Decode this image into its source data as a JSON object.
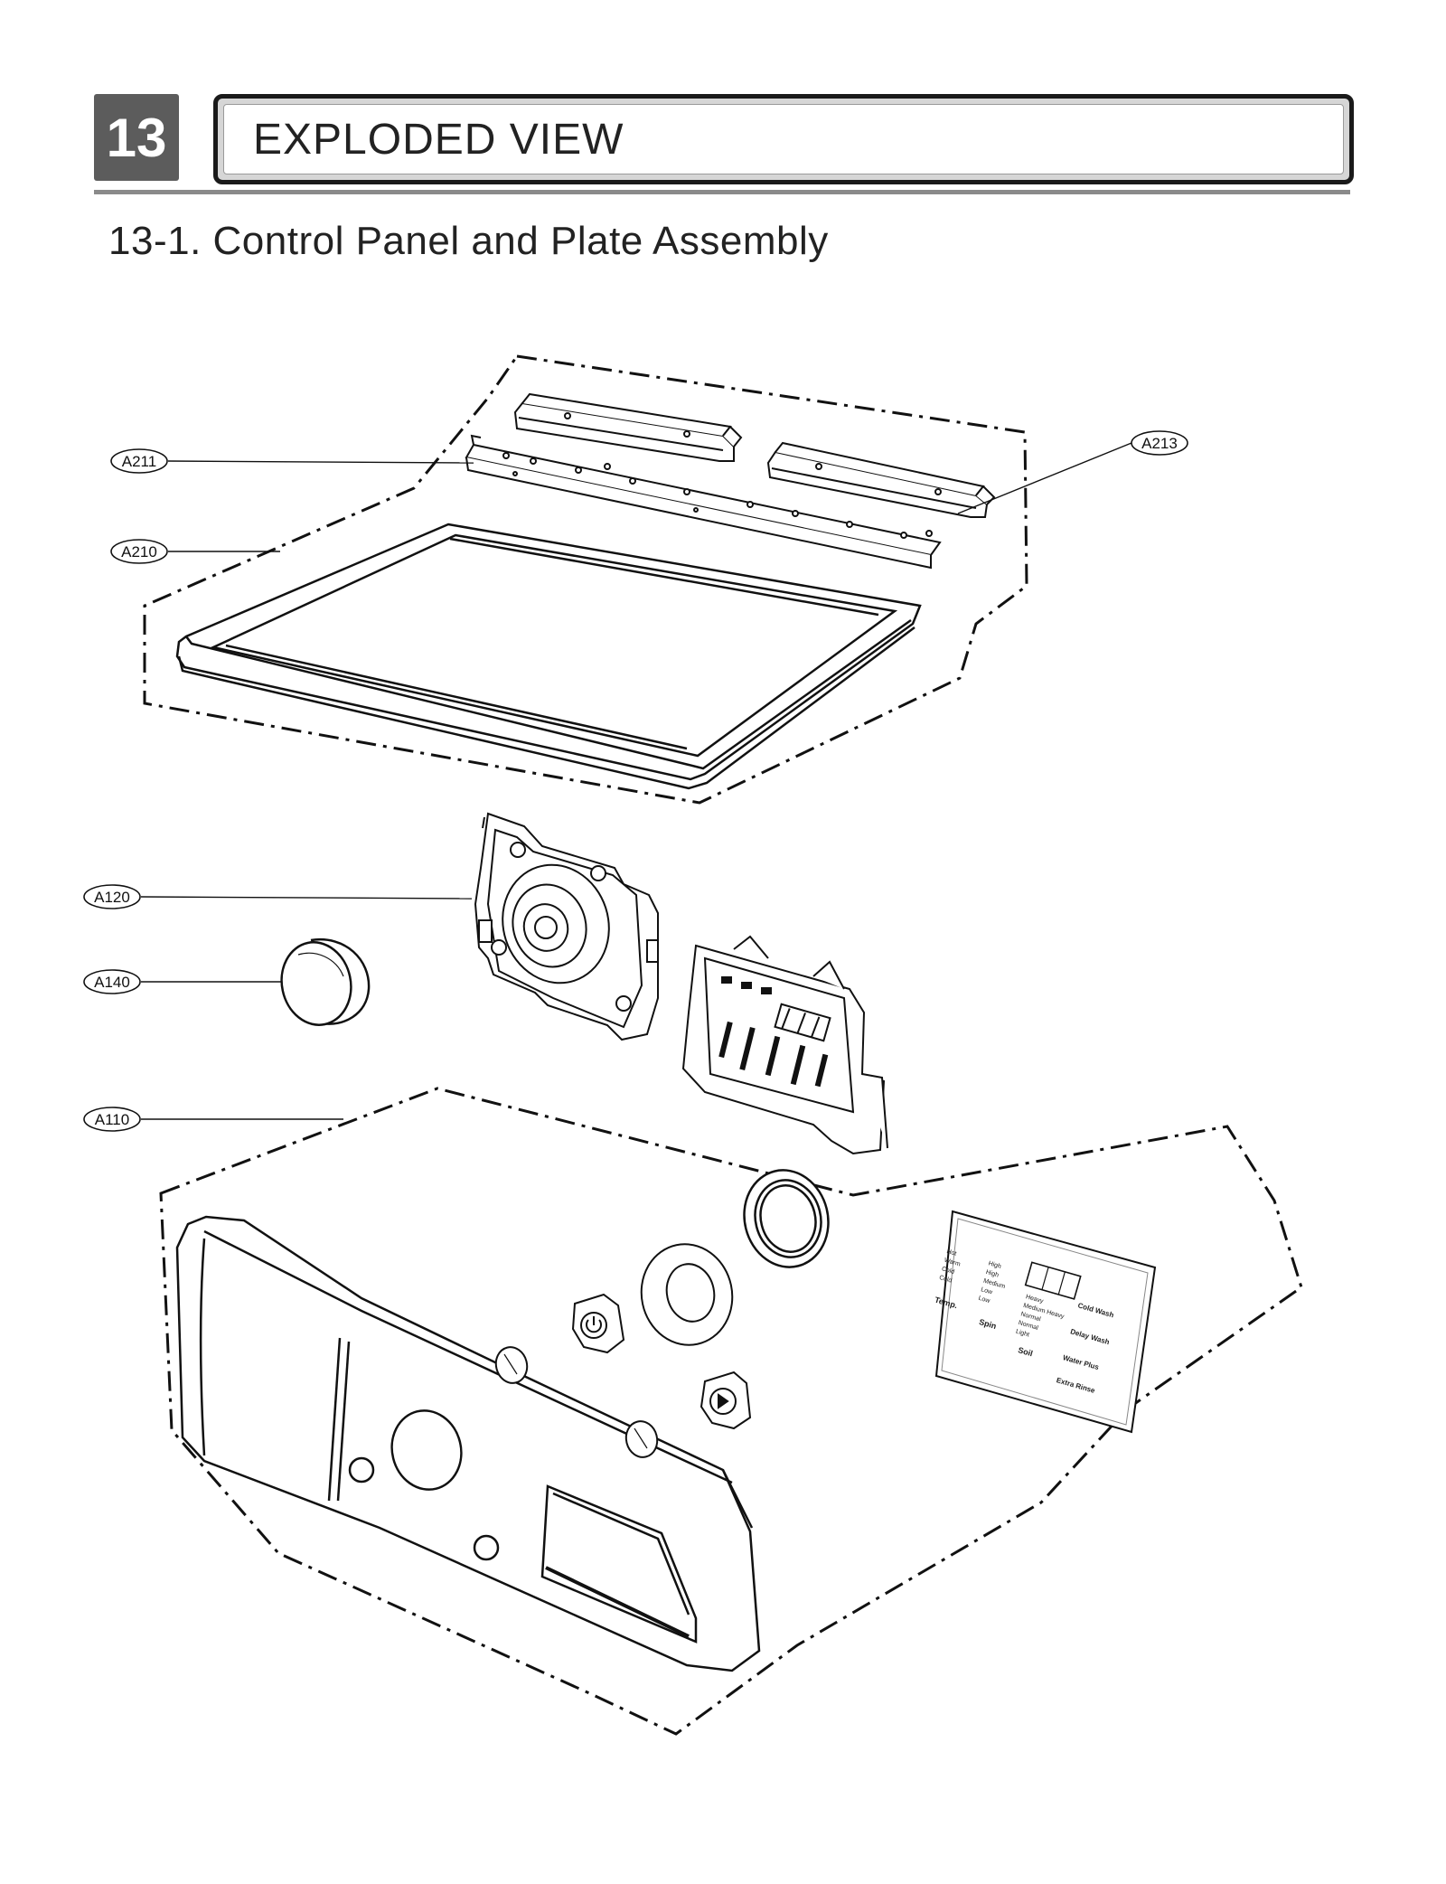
{
  "header": {
    "section_number": "13",
    "title": "EXPLODED VIEW"
  },
  "subtitle": "13-1. Control Panel and Plate Assembly",
  "callouts": [
    {
      "id": "a211",
      "label": "A211"
    },
    {
      "id": "a213",
      "label": "A213"
    },
    {
      "id": "a210",
      "label": "A210"
    },
    {
      "id": "a120",
      "label": "A120"
    },
    {
      "id": "a140",
      "label": "A140"
    },
    {
      "id": "a110",
      "label": "A110"
    }
  ],
  "panel_text": {
    "temp": "Temp.",
    "spin": "Spin",
    "soil": "Soil",
    "cold_wash": "Cold Wash",
    "delay_wash": "Delay Wash",
    "water_plus": "Water Plus",
    "extra_rinse": "Extra Rinse",
    "temp_opts": [
      "Hot",
      "Warm",
      "Cold",
      "Cold"
    ],
    "spin_opts": [
      "High",
      "High",
      "Medium",
      "Low",
      "Low"
    ],
    "soil_opts": [
      "Heavy",
      "Medium Heavy",
      "Normal",
      "Normal",
      "Light"
    ]
  }
}
